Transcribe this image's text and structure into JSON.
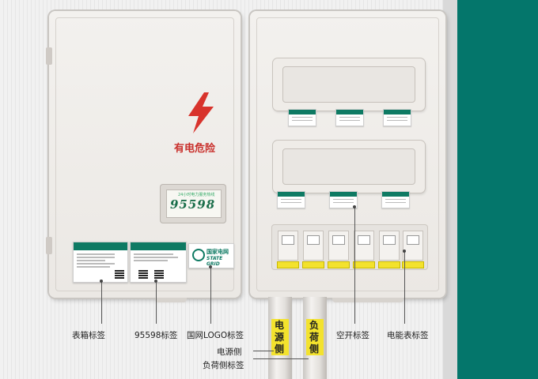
{
  "enclosure": {
    "warning_text": "有电危险",
    "hotline_small": "24小时电力服务热线",
    "hotline_number": "95598"
  },
  "logo_label": {
    "cn": "国家电网",
    "en": "STATE GRID"
  },
  "conduits": {
    "left_label": "电源侧",
    "right_label": "负荷侧"
  },
  "callouts": {
    "meter_box_label": "表箱标签",
    "hotline_label": "95598标签",
    "logo_label": "国网LOGO标签",
    "power_side_label": "电源侧",
    "load_side_label": "负荷侧标签",
    "breaker_label": "空开标签",
    "energy_meter_label": "电能表标签"
  },
  "colors": {
    "brand_green": "#0e7a63",
    "accent_teal": "#04766b",
    "warning_red": "#c9302c",
    "sleeve_yellow": "#f3e22d"
  },
  "icons": [
    "lightning-bolt-icon",
    "state-grid-logo-icon",
    "qr-code-icon"
  ]
}
